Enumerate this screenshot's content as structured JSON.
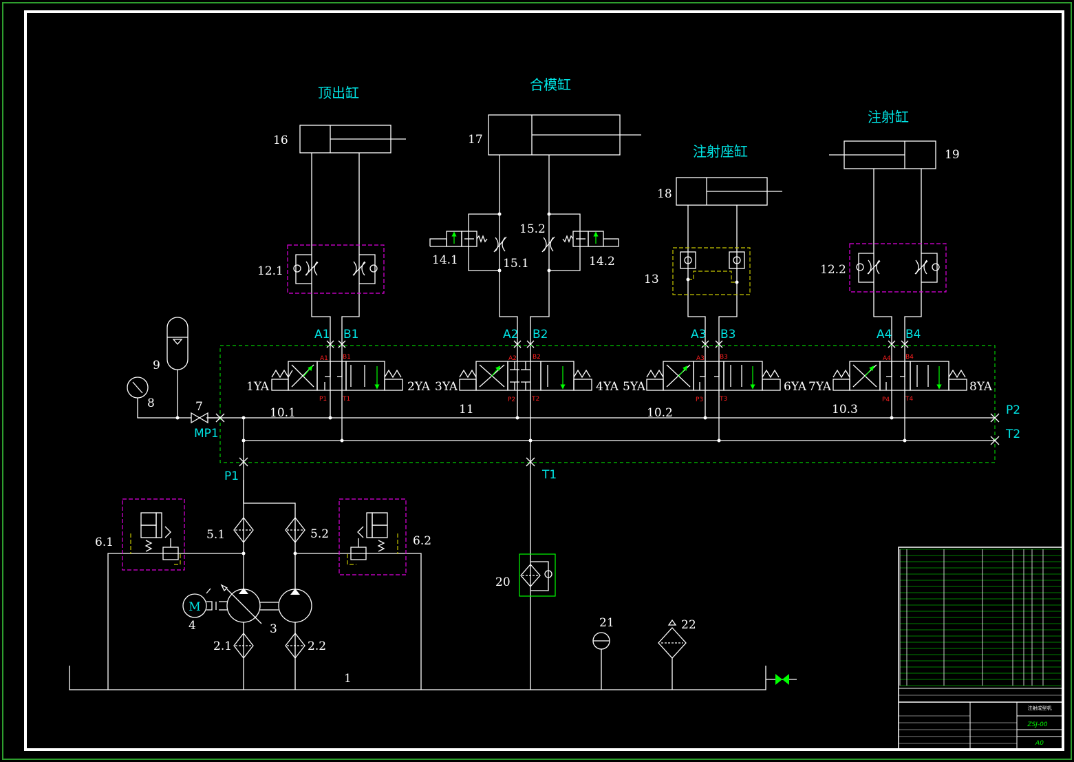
{
  "cylinders": {
    "ejector": "顶出缸",
    "clamp": "合模缸",
    "seat": "注射座缸",
    "injection": "注射缸"
  },
  "components": {
    "c1": "1",
    "c2_1": "2.1",
    "c2_2": "2.2",
    "c3": "3",
    "c4": "4",
    "c5_1": "5.1",
    "c5_2": "5.2",
    "c6_1": "6.1",
    "c6_2": "6.2",
    "c7": "7",
    "c8": "8",
    "c9": "9",
    "c10_1": "10.1",
    "c10_2": "10.2",
    "c10_3": "10.3",
    "c11": "11",
    "c12_1": "12.1",
    "c12_2": "12.2",
    "c13": "13",
    "c14_1": "14.1",
    "c14_2": "14.2",
    "c15_1": "15.1",
    "c15_2": "15.2",
    "c16": "16",
    "c17": "17",
    "c18": "18",
    "c19": "19",
    "c20": "20",
    "c21": "21",
    "c22": "22",
    "motor": "M"
  },
  "ports": {
    "A1": "A1",
    "B1": "B1",
    "A2": "A2",
    "B2": "B2",
    "A3": "A3",
    "B3": "B3",
    "A4": "A4",
    "B4": "B4",
    "P1": "P1",
    "T1": "T1",
    "P2": "P2",
    "T2": "T2",
    "MP1": "MP1"
  },
  "valve_ports": {
    "v1": {
      "a": "A1",
      "b": "B1",
      "p": "P1",
      "t": "T1"
    },
    "v2": {
      "a": "A2",
      "b": "B2",
      "p": "P2",
      "t": "T2"
    },
    "v3": {
      "a": "A3",
      "b": "B3",
      "p": "P3",
      "t": "T3"
    },
    "v4": {
      "a": "A4",
      "b": "B4",
      "p": "P4",
      "t": "T4"
    }
  },
  "solenoids": {
    "s1": "1YA",
    "s2": "2YA",
    "s3": "3YA",
    "s4": "4YA",
    "s5": "5YA",
    "s6": "6YA",
    "s7": "7YA",
    "s8": "8YA"
  },
  "title_block": {
    "drawing_no": "ZSJ-00",
    "sheet_size": "A0",
    "project": "注射成型机"
  },
  "colors": {
    "background": "#000000",
    "lines": "#ffffff",
    "port_labels": "#00e5e5",
    "valve_subplate": "#00cc00",
    "valve_group": "#e000e0",
    "check_group": "#c8c800",
    "red_labels": "#ff2020"
  }
}
